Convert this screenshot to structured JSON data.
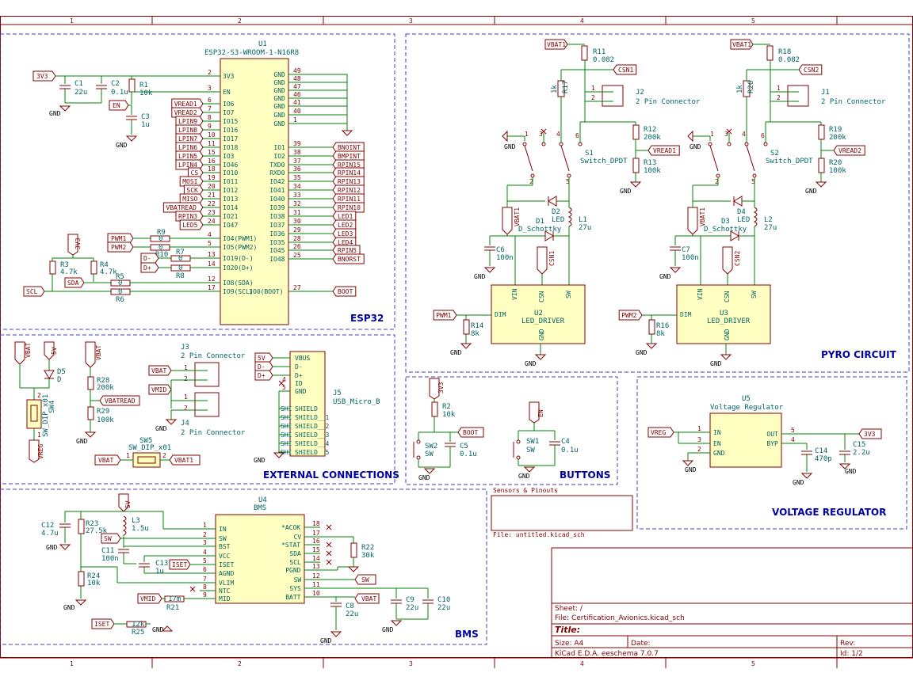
{
  "frame": {
    "columns": [
      "1",
      "2",
      "3",
      "4",
      "5"
    ]
  },
  "blocks": {
    "esp32": "ESP32",
    "pyro": "PYRO CIRCUIT",
    "external": "EXTERNAL CONNECTIONS",
    "buttons": "BUTTONS",
    "regulator": "VOLTAGE REGULATOR",
    "bms": "BMS"
  },
  "u1": {
    "ref": "U1",
    "value": "ESP32-S3-WROOM-1-N16R8"
  },
  "u1_left_pins": [
    {
      "num": "2",
      "name": "3V3"
    },
    {
      "num": "3",
      "name": "EN"
    },
    {
      "num": "6",
      "name": "IO6"
    },
    {
      "num": "7",
      "name": "IO7"
    },
    {
      "num": "8",
      "name": "IO15"
    },
    {
      "num": "9",
      "name": "IO16"
    },
    {
      "num": "10",
      "name": "IO17"
    },
    {
      "num": "11",
      "name": "IO18"
    },
    {
      "num": "15",
      "name": "IO3"
    },
    {
      "num": "16",
      "name": "IO46"
    },
    {
      "num": "18",
      "name": "IO10"
    },
    {
      "num": "19",
      "name": "IO11"
    },
    {
      "num": "20",
      "name": "IO12"
    },
    {
      "num": "21",
      "name": "IO13"
    },
    {
      "num": "22",
      "name": "IO14"
    },
    {
      "num": "23",
      "name": "IO21"
    },
    {
      "num": "24",
      "name": "IO47"
    },
    {
      "num": "4",
      "name": "IO4(PWM1)"
    },
    {
      "num": "5",
      "name": "IO5(PWM2)"
    },
    {
      "num": "13",
      "name": "IO19(D-)"
    },
    {
      "num": "14",
      "name": "IO20(D+)"
    },
    {
      "num": "12",
      "name": "IO8(SDA)"
    },
    {
      "num": "17",
      "name": "IO9(SCL)"
    }
  ],
  "u1_right_pins": [
    {
      "num": "49",
      "name": "GND"
    },
    {
      "num": "48",
      "name": "GND"
    },
    {
      "num": "47",
      "name": "GND"
    },
    {
      "num": "46",
      "name": "GND"
    },
    {
      "num": "41",
      "name": "GND"
    },
    {
      "num": "40",
      "name": "GND"
    },
    {
      "num": "1",
      "name": "GND"
    },
    {
      "num": "39",
      "name": "IO1",
      "net": "BNOINT"
    },
    {
      "num": "38",
      "name": "IO2",
      "net": "BMPINT"
    },
    {
      "num": "37",
      "name": "TXD0",
      "net": "RPIN15"
    },
    {
      "num": "36",
      "name": "RXD0",
      "net": "RPIN14"
    },
    {
      "num": "35",
      "name": "IO42",
      "net": "RPIN13"
    },
    {
      "num": "34",
      "name": "IO41",
      "net": "RPIN12"
    },
    {
      "num": "33",
      "name": "IO40",
      "net": "RPIN11"
    },
    {
      "num": "32",
      "name": "IO39",
      "net": "RPIN10"
    },
    {
      "num": "31",
      "name": "IO38",
      "net": "LED1"
    },
    {
      "num": "30",
      "name": "IO37",
      "net": "LED2"
    },
    {
      "num": "29",
      "name": "IO36",
      "net": "LED3"
    },
    {
      "num": "28",
      "name": "IO35",
      "net": "LED4"
    },
    {
      "num": "26",
      "name": "IO45",
      "net": "RPIN5"
    },
    {
      "num": "25",
      "name": "IO48",
      "net": "BNORST"
    },
    {
      "num": "27",
      "name": "IO0(BOOT)",
      "net": "BOOT"
    }
  ],
  "u1_left_nets": [
    "VREAD1",
    "VREAD2",
    "LPIN9",
    "LPIN8",
    "LPIN7",
    "LPIN6",
    "LPIN5",
    "LPIN4",
    "CS",
    "MOSI",
    "SCK",
    "MISO",
    "VBATREAD",
    "RPIN3",
    "LED5"
  ],
  "esp_parts": {
    "c1": {
      "ref": "C1",
      "val": "22u"
    },
    "c2": {
      "ref": "C2",
      "val": "0.1u"
    },
    "r1": {
      "ref": "R1",
      "val": "10k"
    },
    "c3": {
      "ref": "C3",
      "val": "1u"
    },
    "r3": {
      "ref": "R3",
      "val": "4.7k"
    },
    "r4": {
      "ref": "R4",
      "val": "4.7k"
    },
    "r5": {
      "ref": "R5",
      "val": "0"
    },
    "r6": {
      "ref": "R6",
      "val": "0"
    },
    "r7": {
      "ref": "R7",
      "val": "0"
    },
    "r8": {
      "ref": "R8",
      "val": "0"
    },
    "r9": {
      "ref": "R9",
      "val": "0"
    },
    "r10": {
      "ref": "R10",
      "val": "0"
    }
  },
  "nets": {
    "v3": "3V3",
    "gnd": "GND",
    "en": "EN",
    "pwm1": "PWM1",
    "pwm2": "PWM2",
    "dm": "D-",
    "dp": "D+",
    "sda": "SDA",
    "scl": "SCL",
    "boot": "BOOT",
    "vbat": "VBAT",
    "v5": "5V",
    "vmid": "VMID",
    "vreg": "VREG",
    "sw": "SW",
    "iset": "ISET",
    "csn1": "CSN1",
    "csn2": "CSN2",
    "vbatread": "VBATREAD"
  },
  "pyro": {
    "r11": {
      "ref": "R11",
      "val": "0.082"
    },
    "r17": {
      "ref": "R17",
      "val": "1k"
    },
    "j2": {
      "ref": "J2",
      "val": "2 Pin Connector"
    },
    "r12": {
      "ref": "R12",
      "val": "200k"
    },
    "r13": {
      "ref": "R13",
      "val": "100k"
    },
    "s1": {
      "ref": "S1",
      "val": "Switch_DPDT"
    },
    "d2": {
      "ref": "D2",
      "val": "LED"
    },
    "d1": {
      "ref": "D1",
      "val": "D_Schottky"
    },
    "l1": {
      "ref": "L1",
      "val": "27u"
    },
    "c6": {
      "ref": "C6",
      "val": "100n"
    },
    "u2": {
      "ref": "U2",
      "val": "LED_DRIVER"
    },
    "r14": {
      "ref": "R14",
      "val": "8k"
    },
    "r18": {
      "ref": "R18",
      "val": "0.082"
    },
    "r26": {
      "ref": "R26",
      "val": "1k"
    },
    "j1": {
      "ref": "J1",
      "val": "2 Pin Connector"
    },
    "r19": {
      "ref": "R19",
      "val": "200k"
    },
    "r20": {
      "ref": "R20",
      "val": "100k"
    },
    "s2": {
      "ref": "S2",
      "val": "Switch_DPDT"
    },
    "d4": {
      "ref": "D4",
      "val": "LED"
    },
    "d3": {
      "ref": "D3",
      "val": "D_Schottky"
    },
    "l2": {
      "ref": "L2",
      "val": "27u"
    },
    "c7": {
      "ref": "C7",
      "val": "100n"
    },
    "u3": {
      "ref": "U3",
      "val": "LED_DRIVER"
    },
    "r16": {
      "ref": "R16",
      "val": "8k"
    },
    "pins": {
      "vin": "VIN",
      "csn": "CSN",
      "sw": "SW",
      "dim": "DIM",
      "gnd": "GND"
    }
  },
  "external": {
    "d5": {
      "ref": "D5",
      "val": "D"
    },
    "sw4": {
      "ref": "SW4",
      "val": "SW_DIP_x01"
    },
    "r28": {
      "ref": "R28",
      "val": "200k"
    },
    "r29": {
      "ref": "R29",
      "val": "100k"
    },
    "j3": {
      "ref": "J3",
      "val": "2 Pin Connector"
    },
    "j4": {
      "ref": "J4",
      "val": "2 Pin Connector"
    },
    "sw5": {
      "ref": "SW5",
      "val": "SW_DIP_x01"
    },
    "j5": {
      "ref": "J5",
      "val": "USB_Micro_B"
    },
    "j5_pins": [
      "VBUS",
      "D-",
      "D+",
      "ID",
      "GND",
      "SHIELD",
      "SHIELD__1",
      "SHIELD__2",
      "SHIELD__3",
      "SHIELD__4",
      "SHIELD__5"
    ],
    "shield_short": "SHI"
  },
  "buttons": {
    "r2": {
      "ref": "R2",
      "val": "10k"
    },
    "sw2": {
      "ref": "SW2",
      "val": "SW"
    },
    "c5": {
      "ref": "C5",
      "val": "0.1u"
    },
    "sw1": {
      "ref": "SW1",
      "val": "SW"
    },
    "c4": {
      "ref": "C4",
      "val": "0.1u"
    }
  },
  "regulator": {
    "u5": {
      "ref": "U5",
      "val": "Voltage Regulator"
    },
    "pins_left": [
      {
        "num": "1",
        "name": "IN"
      },
      {
        "num": "3",
        "name": "EN"
      },
      {
        "num": "2",
        "name": "GND"
      }
    ],
    "pins_right": [
      {
        "num": "5",
        "name": "OUT"
      },
      {
        "num": "4",
        "name": "BYP"
      }
    ],
    "c14": {
      "ref": "C14",
      "val": "470p"
    },
    "c15": {
      "ref": "C15",
      "val": "2.2u"
    }
  },
  "bms": {
    "u4": {
      "ref": "U4",
      "val": "BMS"
    },
    "pins_left": [
      {
        "num": "1",
        "name": "IN"
      },
      {
        "num": "2",
        "name": "SW"
      },
      {
        "num": "3",
        "name": "BST"
      },
      {
        "num": "4",
        "name": "VCC"
      },
      {
        "num": "5",
        "name": "ISET"
      },
      {
        "num": "6",
        "name": "AGND"
      },
      {
        "num": "7",
        "name": "VLIM"
      },
      {
        "num": "8",
        "name": "NTC"
      },
      {
        "num": "9",
        "name": "MID"
      }
    ],
    "pins_right": [
      {
        "num": "18",
        "name": "*ACOK"
      },
      {
        "num": "17",
        "name": "CV"
      },
      {
        "num": "16",
        "name": "*STAT"
      },
      {
        "num": "15",
        "name": "SDA"
      },
      {
        "num": "14",
        "name": "SCL"
      },
      {
        "num": "13",
        "name": "PGND"
      },
      {
        "num": "12",
        "name": "SW"
      },
      {
        "num": "11",
        "name": "SYS"
      },
      {
        "num": "10",
        "name": "BATT"
      }
    ],
    "c12": {
      "ref": "C12",
      "val": "4.7u"
    },
    "r23": {
      "ref": "R23",
      "val": "27.5k"
    },
    "l3": {
      "ref": "L3",
      "val": "1.5u"
    },
    "c11": {
      "ref": "C11",
      "val": "100n"
    },
    "c13": {
      "ref": "C13",
      "val": "1u"
    },
    "r24": {
      "ref": "R24",
      "val": "10k"
    },
    "r21": {
      "ref": "R21",
      "val": "17m"
    },
    "r25": {
      "ref": "R25",
      "val": "12k"
    },
    "r22": {
      "ref": "R22",
      "val": "30k"
    },
    "c8": {
      "ref": "C8",
      "val": "22u"
    },
    "c9": {
      "ref": "C9",
      "val": "22u"
    },
    "c10": {
      "ref": "C10",
      "val": "22u"
    }
  },
  "sheet_ref": {
    "title": "Sensors & Pinouts",
    "file": "File: untitled.kicad_sch"
  },
  "title_block": {
    "sheet": "Sheet: /",
    "file": "File: Certification_Avionics.kicad_sch",
    "title": "Title:",
    "size": "Size: A4",
    "date": "Date:",
    "rev": "Rev:",
    "tool": "KiCad E.D.A.  eeschema 7.0.7",
    "id": "Id: 1/2"
  }
}
